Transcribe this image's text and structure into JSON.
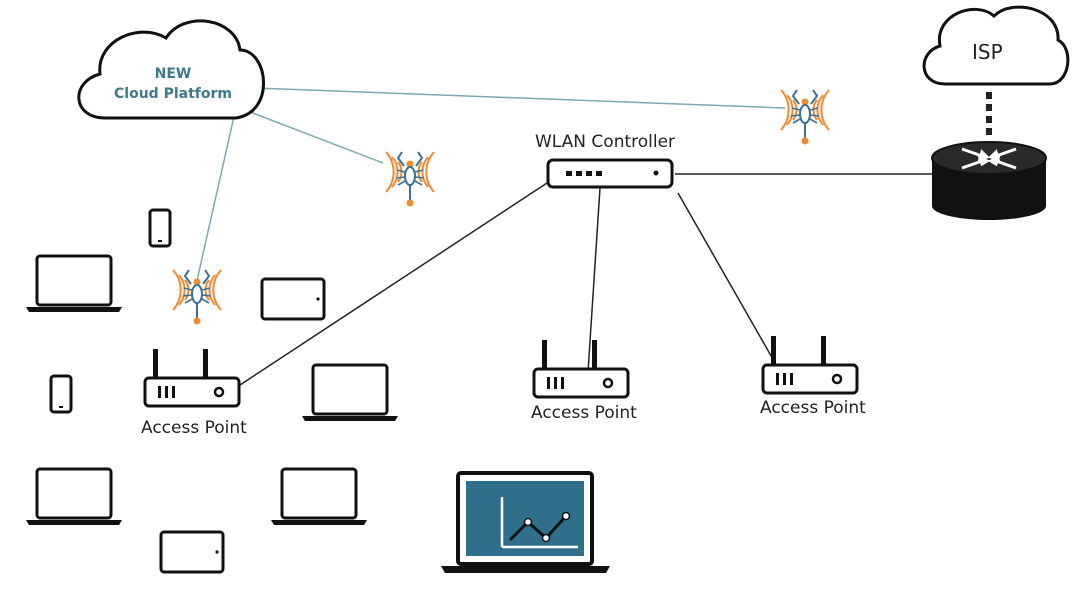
{
  "cloud_platform": {
    "line1": "NEW",
    "line2": "Cloud Platform"
  },
  "isp": {
    "label": "ISP"
  },
  "wlan_controller": {
    "label": "WLAN Controller"
  },
  "access_points": [
    {
      "label": "Access Point"
    },
    {
      "label": "Access Point"
    },
    {
      "label": "Access Point"
    }
  ],
  "colors": {
    "cloud_text": "#3d7a8c",
    "cloud_link": "#7ca7b3",
    "wire": "#222222",
    "sensor_blue": "#3b6f95",
    "sensor_orange": "#f08a30",
    "dashboard_screen": "#2f6f8c"
  },
  "icons": [
    "cloud-icon",
    "router-icon",
    "wlan-controller-icon",
    "access-point-icon",
    "wireless-sensor-icon",
    "laptop-icon",
    "tablet-icon",
    "smartphone-icon",
    "dashboard-laptop-icon"
  ]
}
